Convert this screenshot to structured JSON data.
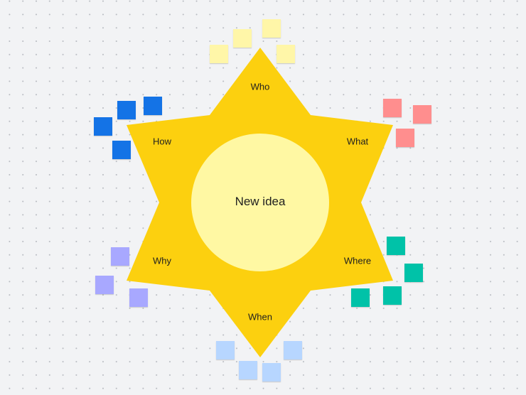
{
  "center": {
    "label": "New idea"
  },
  "points": [
    {
      "key": "who",
      "label": "Who"
    },
    {
      "key": "what",
      "label": "What"
    },
    {
      "key": "where",
      "label": "Where"
    },
    {
      "key": "when",
      "label": "When"
    },
    {
      "key": "why",
      "label": "Why"
    },
    {
      "key": "how",
      "label": "How"
    }
  ],
  "colors": {
    "star": "#fcd00f",
    "circle": "#fff8a3",
    "who_notes": "#fff6a8",
    "how_notes": "#1473e6",
    "what_notes": "#ff8e8e",
    "why_notes": "#a8a8ff",
    "where_notes": "#00c2a8",
    "when_notes": "#b7d6ff"
  }
}
